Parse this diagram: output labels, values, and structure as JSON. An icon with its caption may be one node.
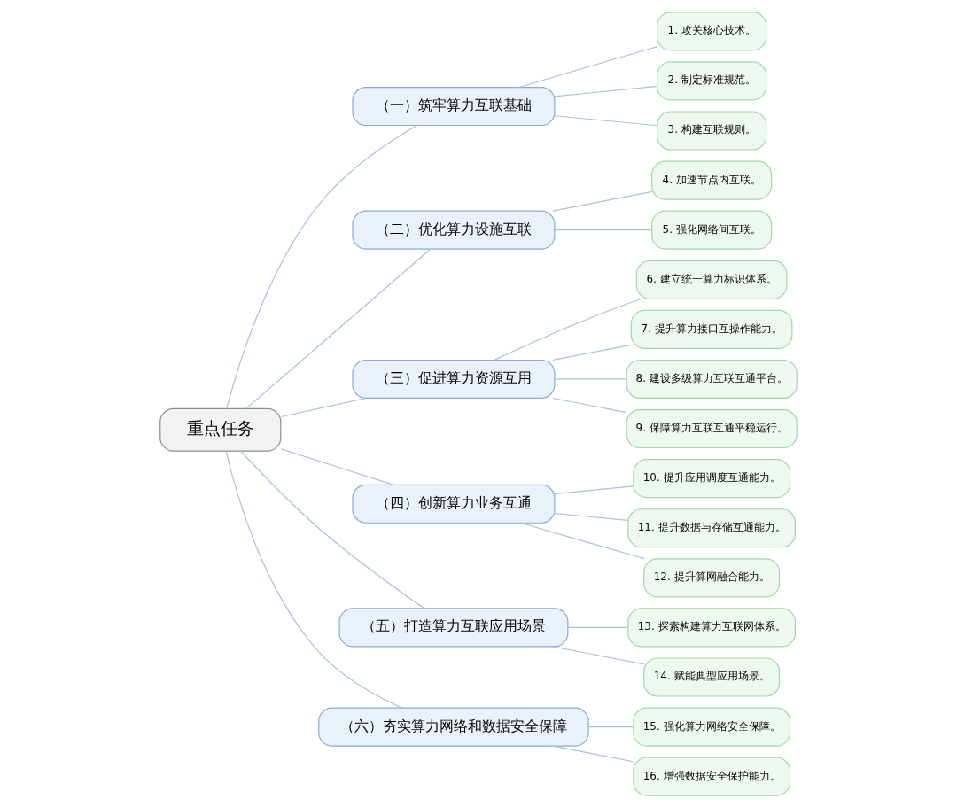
{
  "diagram": {
    "nodes": [
      {
        "text": [
          "重点任务"
        ]
      },
      {
        "text": [
          "（一）筑牢算力互联基础"
        ]
      },
      {
        "text": [
          "1. 攻关核心技术。"
        ]
      },
      {
        "text": [
          "2. 制定标准规范。"
        ]
      },
      {
        "text": [
          "3. 构建互联规则。"
        ]
      },
      {
        "text": [
          "（二）优化算力设施互联"
        ]
      },
      {
        "text": [
          "4. 加速节点内互联。"
        ]
      },
      {
        "text": [
          "5. 强化网络间互联。"
        ]
      },
      {
        "text": [
          "（三）促进算力资源互用"
        ]
      },
      {
        "text": [
          "6. 建立统一算力标识体系。"
        ]
      },
      {
        "text": [
          "7. 提升算力接口互操作能力。"
        ]
      },
      {
        "text": [
          "8. 建设多级算力互联互通平台。"
        ]
      },
      {
        "text": [
          "9. 保障算力互联互通平稳运行。"
        ]
      },
      {
        "text": [
          "（四）创新算力业务互通"
        ]
      },
      {
        "text": [
          "10. 提升应用调度互通能力。"
        ]
      },
      {
        "text": [
          "11. 提升数据与存储互通能力。"
        ]
      },
      {
        "text": [
          "12. 提升算网融合能力。"
        ]
      },
      {
        "text": [
          "（五）打造算力互联应用场景"
        ]
      },
      {
        "text": [
          "13. 探索构建算力互联网体系。"
        ]
      },
      {
        "text": [
          "14. 赋能典型应用场景。"
        ]
      },
      {
        "text": [
          "（六）夯实算力网络和数据安全保障"
        ]
      },
      {
        "text": [
          "15. 强化算力网络安全保障。"
        ]
      },
      {
        "text": [
          "16. 增强数据安全保护能力。"
        ]
      }
    ],
    "edges": [
      {
        "from": 0,
        "to": 1,
        "arrow": "none"
      },
      {
        "from": 1,
        "to": 2,
        "arrow": "none"
      },
      {
        "from": 1,
        "to": 3,
        "arrow": "none"
      },
      {
        "from": 1,
        "to": 4,
        "arrow": "none"
      },
      {
        "from": 0,
        "to": 5,
        "arrow": "none"
      },
      {
        "from": 5,
        "to": 6,
        "arrow": "none"
      },
      {
        "from": 5,
        "to": 7,
        "arrow": "none"
      },
      {
        "from": 0,
        "to": 8,
        "arrow": "none"
      },
      {
        "from": 8,
        "to": 9,
        "arrow": "none"
      },
      {
        "from": 8,
        "to": 10,
        "arrow": "none"
      },
      {
        "from": 8,
        "to": 11,
        "arrow": "none"
      },
      {
        "from": 8,
        "to": 12,
        "arrow": "none"
      },
      {
        "from": 0,
        "to": 13,
        "arrow": "none"
      },
      {
        "from": 13,
        "to": 14,
        "arrow": "none"
      },
      {
        "from": 13,
        "to": 15,
        "arrow": "none"
      },
      {
        "from": 13,
        "to": 16,
        "arrow": "none"
      },
      {
        "from": 0,
        "to": 17,
        "arrow": "none"
      },
      {
        "from": 17,
        "to": 18,
        "arrow": "none"
      },
      {
        "from": 17,
        "to": 19,
        "arrow": "none"
      },
      {
        "from": 0,
        "to": 20,
        "arrow": "none"
      },
      {
        "from": 20,
        "to": 21,
        "arrow": "none"
      },
      {
        "from": 20,
        "to": 22,
        "arrow": "none"
      }
    ]
  }
}
